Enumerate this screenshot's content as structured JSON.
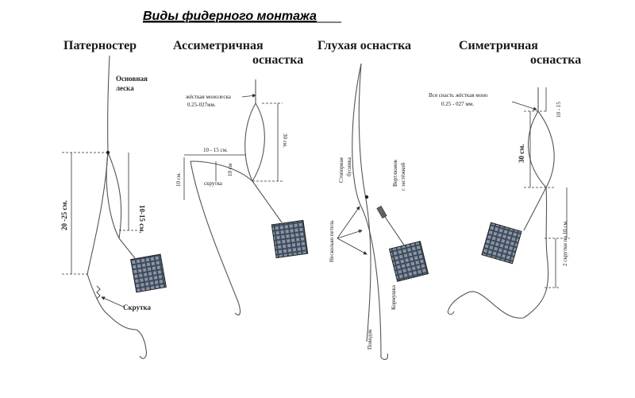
{
  "title": "Виды фидерного монтажа",
  "rigs": {
    "paternoster": {
      "heading": "Патерностер",
      "main_line": [
        "Основная",
        "леска"
      ],
      "dim_total": "20 -25 см.",
      "dim_short": "10-15 см.",
      "twist": "Скрутка"
    },
    "asymmetric": {
      "heading_line1": "Ассиметричная",
      "heading_line2": "оснастка",
      "mono": [
        "жёсткая монолеска",
        "0.25-027мм."
      ],
      "dim_30": "30 см.",
      "dim_10_15": "10 - 15 см.",
      "dim_10_a": "10 см.",
      "dim_10_b": "10 см",
      "twist": "скрутка"
    },
    "blind": {
      "heading": "Глухая оснастка",
      "stopper": [
        "Стопорная",
        "бусинка"
      ],
      "swivel": [
        "Вертлюжок",
        "с застёжкой"
      ],
      "loops": "Несколько петель",
      "feeder": "Кормушка",
      "leader": "Поводок"
    },
    "symmetric": {
      "heading_line1": "Симетричная",
      "heading_line2": "оснастка",
      "mono": [
        "Вся снасть жёсткая моно",
        "0.25 - 027 мм."
      ],
      "dim_10_15": "10 - 15",
      "dim_30": "30 см.",
      "twists": "2 скрутки по 10 см."
    }
  }
}
